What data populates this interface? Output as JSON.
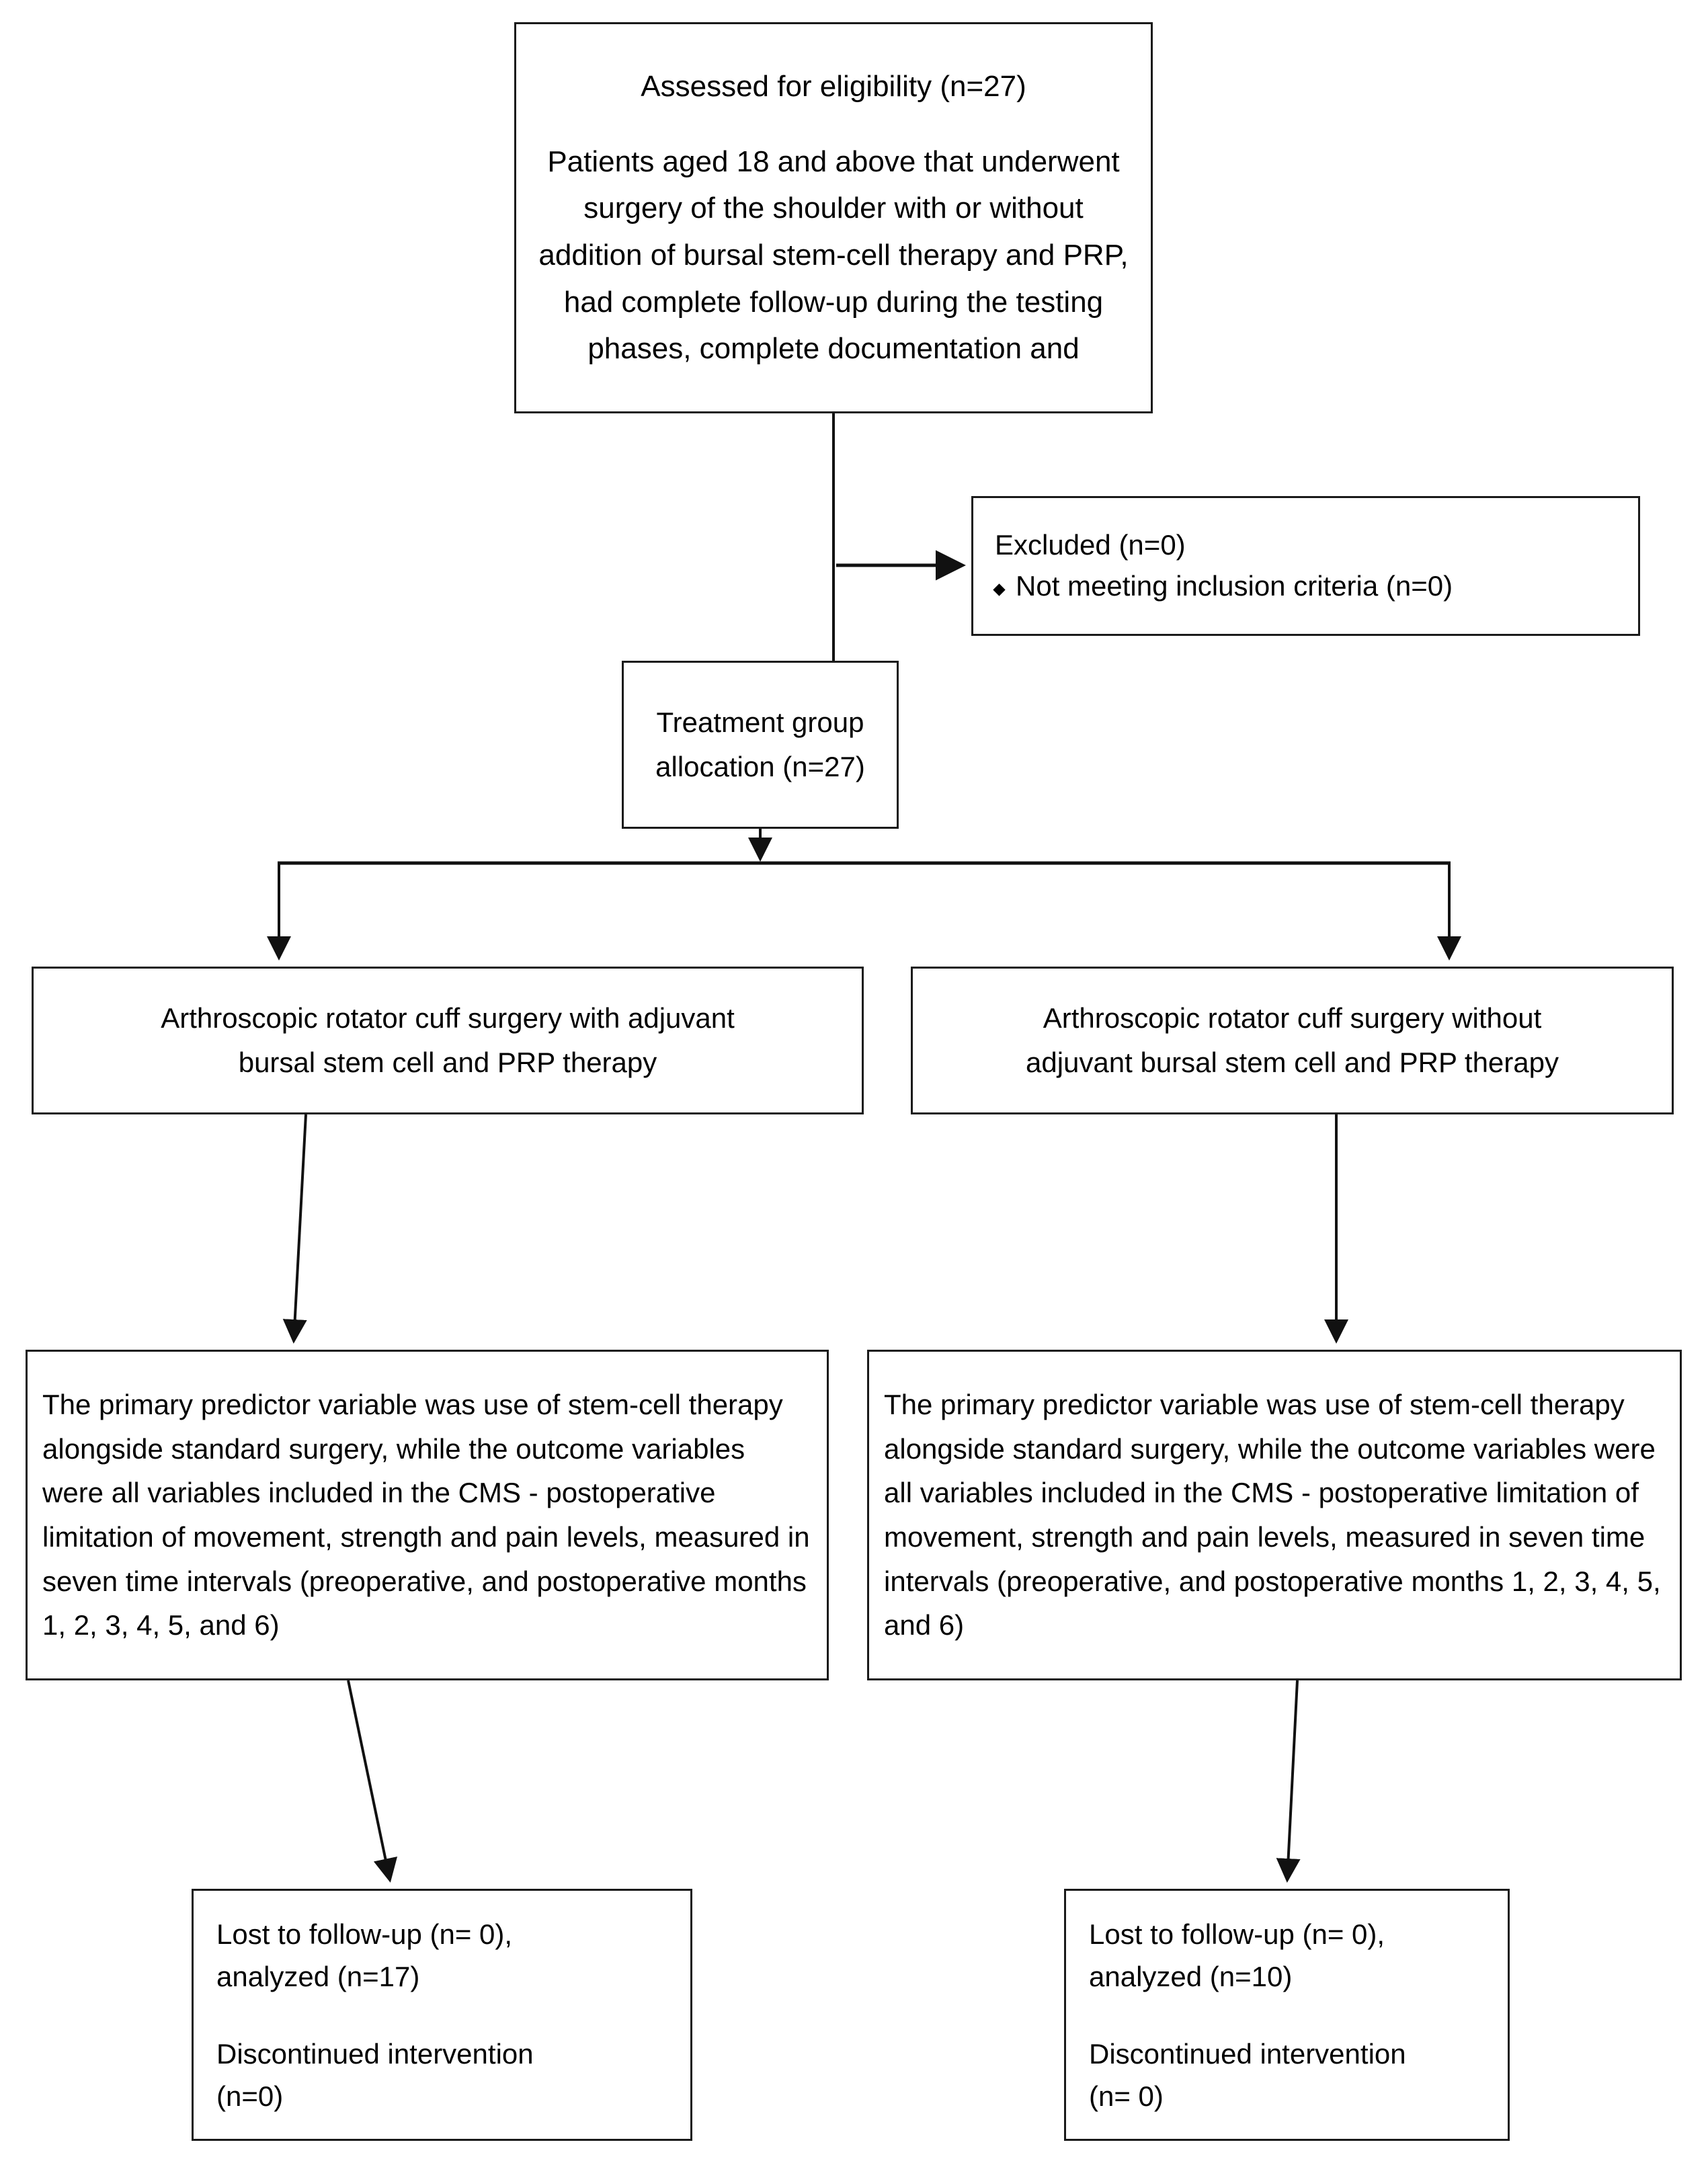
{
  "diagram": {
    "title": "CONSORT participant flow diagram",
    "stroke_color": "#1a1a1a",
    "background_color": "#ffffff",
    "nodes": {
      "eligibility": {
        "line1": "Assessed for eligibility (n=27)",
        "line2": "Patients aged 18 and above that underwent surgery of the shoulder with or without addition of bursal stem-cell therapy and PRP, had complete follow-up during the testing phases, complete documentation and"
      },
      "excluded": {
        "heading": "Excluded (n=0)",
        "bullet": "Not meeting inclusion criteria (n=0)",
        "bullet_glyph": "diamond"
      },
      "allocation": {
        "text": "Treatment group\nallocation (n=27)"
      },
      "arm_left": {
        "text": "Arthroscopic rotator cuff surgery with adjuvant\nbursal stem cell and PRP therapy"
      },
      "arm_right": {
        "text": "Arthroscopic rotator cuff surgery without\nadjuvant bursal stem cell and PRP therapy"
      },
      "outcome_left": {
        "text": "The primary predictor variable was use of stem-cell therapy alongside standard surgery, while the outcome variables were all variables included in the CMS - postoperative limitation of movement, strength and pain levels, measured in seven time intervals (preoperative, and postoperative months 1, 2, 3, 4, 5, and 6)"
      },
      "outcome_right": {
        "text": "The primary predictor variable was use of stem-cell therapy alongside standard surgery, while the outcome variables were all variables included in the CMS - postoperative limitation of movement, strength and pain levels, measured in seven time intervals (preoperative, and postoperative months 1, 2, 3, 4, 5, and 6)"
      },
      "result_left": {
        "line1": "Lost to follow-up (n= 0),\nanalyzed (n=17)",
        "line2": "Discontinued intervention\n(n=0)"
      },
      "result_right": {
        "line1": "Lost to follow-up (n= 0),\nanalyzed (n=10)",
        "line2": "Discontinued intervention\n(n= 0)"
      }
    }
  }
}
